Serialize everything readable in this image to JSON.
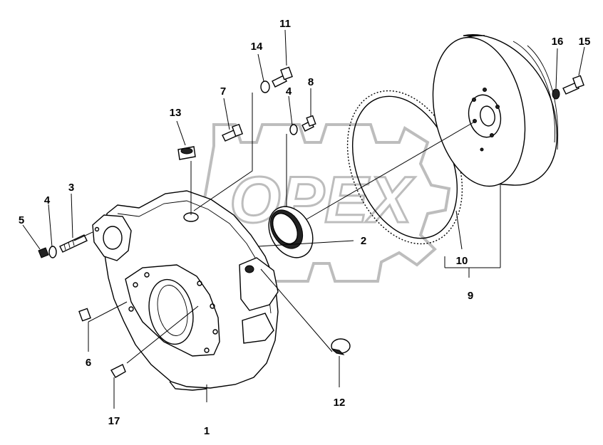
{
  "watermark": {
    "text": "OPEX"
  },
  "callouts": [
    {
      "id": "1",
      "label": "1"
    },
    {
      "id": "2",
      "label": "2"
    },
    {
      "id": "3",
      "label": "3"
    },
    {
      "id": "4a",
      "label": "4"
    },
    {
      "id": "4b",
      "label": "4"
    },
    {
      "id": "5",
      "label": "5"
    },
    {
      "id": "6",
      "label": "6"
    },
    {
      "id": "7",
      "label": "7"
    },
    {
      "id": "8",
      "label": "8"
    },
    {
      "id": "9",
      "label": "9"
    },
    {
      "id": "10",
      "label": "10"
    },
    {
      "id": "11",
      "label": "11"
    },
    {
      "id": "12",
      "label": "12"
    },
    {
      "id": "13",
      "label": "13"
    },
    {
      "id": "14",
      "label": "14"
    },
    {
      "id": "15",
      "label": "15"
    },
    {
      "id": "16",
      "label": "16"
    },
    {
      "id": "17",
      "label": "17"
    }
  ]
}
